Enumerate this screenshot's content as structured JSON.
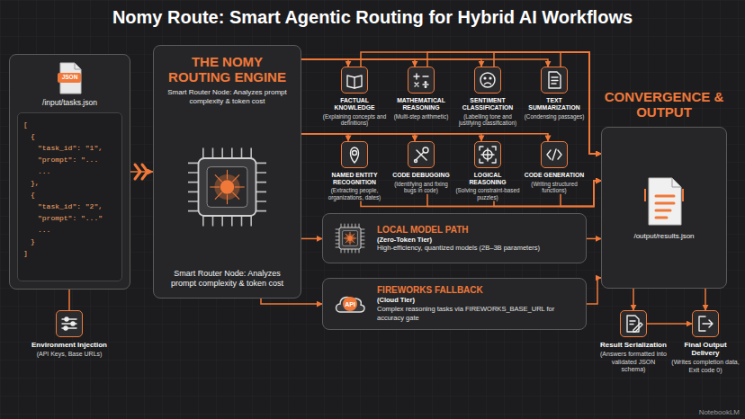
{
  "diagram": {
    "title": "Nomy Route: Smart Agentic Routing for Hybrid AI Workflows",
    "nodes": [
      {
        "text": [
          "JSON",
          "/input/tasks.json",
          "[",
          "{",
          "\"task_id\": \"1\",",
          "\"prompt\": \"...",
          "...",
          "},",
          "{",
          "\"task_id\": \"2\",",
          "\"prompt\": \"...\"",
          "...",
          "}",
          "]"
        ]
      },
      {
        "text": [
          "Environment Injection",
          "(API Keys, Base URLs)"
        ]
      },
      {
        "text": [
          "THE NOMY ROUTING ENGINE",
          "Smart Router Node: Analyzes prompt complexity & token cost",
          "Smart Router Node: Analyzes prompt complexity & token cost"
        ]
      },
      {
        "text": [
          "FACTUAL KNOWLEDGE",
          "(Explaining concepts and definitions)"
        ]
      },
      {
        "text": [
          "MATHEMATICAL REASONING",
          "(Multi-step arithmetic)"
        ]
      },
      {
        "text": [
          "SENTIMENT CLASSIFICATION",
          "(Labelling tone and justifying classification)"
        ]
      },
      {
        "text": [
          "TEXT SUMMARIZATION",
          "(Condensing passages)"
        ]
      },
      {
        "text": [
          "NAMED ENTITY RECOGNITION",
          "(Extracting people, organizations, dates)"
        ]
      },
      {
        "text": [
          "CODE DEBUGGING",
          "(Identifying and fixing bugs in code)"
        ]
      },
      {
        "text": [
          "LOGICAL REASONING",
          "(Solving constraint-based puzzles)"
        ]
      },
      {
        "text": [
          "CODE GENERATION",
          "(Writing structured functions)"
        ]
      },
      {
        "text": [
          "LOCAL MODEL PATH",
          "(Zero-Token Tier)",
          "High-efficiency, quantized models (2B–3B parameters)"
        ]
      },
      {
        "text": [
          "API",
          "FIREWORKS FALLBACK",
          "(Cloud Tier)",
          "Complex reasoning tasks via FIREWORKS_BASE_URL for accuracy gate"
        ]
      },
      {
        "text": [
          "CONVERGENCE & OUTPUT",
          "/output/results.json"
        ]
      },
      {
        "text": [
          "Result Serialization",
          "(Answers formatted into validated JSON schema)"
        ]
      },
      {
        "text": [
          "Final Output Delivery",
          "(Writes completion data, Exit code 0)"
        ]
      }
    ],
    "edges": [
      {
        "from": 1,
        "to": 0,
        "arrow": "none"
      },
      {
        "from": 0,
        "to": 2,
        "arrow": "to"
      },
      {
        "from": 2,
        "to": 3,
        "arrow": "to"
      },
      {
        "from": 2,
        "to": 4,
        "arrow": "to"
      },
      {
        "from": 2,
        "to": 5,
        "arrow": "to"
      },
      {
        "from": 2,
        "to": 6,
        "arrow": "to"
      },
      {
        "from": 2,
        "to": 7,
        "arrow": "to"
      },
      {
        "from": 2,
        "to": 8,
        "arrow": "to"
      },
      {
        "from": 2,
        "to": 9,
        "arrow": "to"
      },
      {
        "from": 2,
        "to": 10,
        "arrow": "to"
      },
      {
        "from": 2,
        "to": 11,
        "arrow": "to"
      },
      {
        "from": 2,
        "to": 12,
        "arrow": "to"
      },
      {
        "from": 3,
        "to": 13,
        "arrow": "to"
      },
      {
        "from": 4,
        "to": 13,
        "arrow": "to"
      },
      {
        "from": 5,
        "to": 13,
        "arrow": "to"
      },
      {
        "from": 6,
        "to": 13,
        "arrow": "to"
      },
      {
        "from": 7,
        "to": 13,
        "arrow": "to"
      },
      {
        "from": 8,
        "to": 13,
        "arrow": "to"
      },
      {
        "from": 9,
        "to": 13,
        "arrow": "to"
      },
      {
        "from": 10,
        "to": 13,
        "arrow": "to"
      },
      {
        "from": 11,
        "to": 13,
        "arrow": "to"
      },
      {
        "from": 12,
        "to": 13,
        "arrow": "to"
      },
      {
        "from": 13,
        "to": 14,
        "arrow": "to"
      },
      {
        "from": 13,
        "to": 15,
        "arrow": "to"
      },
      {
        "from": 14,
        "to": 15,
        "arrow": "to"
      }
    ],
    "labels": [
      "NotebookLM"
    ]
  }
}
